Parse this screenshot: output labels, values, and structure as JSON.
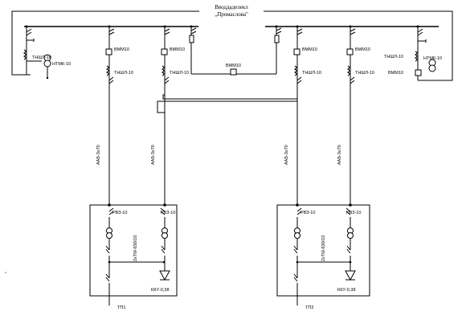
{
  "substation": {
    "title_line1": "Вводдаделекл",
    "title_line2": "„Промаслова\""
  },
  "labels": {
    "ct_left": "ТНШЛ-10",
    "vt_left": "НТМК-10",
    "breaker": "ВММ10",
    "ct": "ТНШЛ-10",
    "sectional_breaker": "ВММ10",
    "ct_right": "ТНШЛ-10",
    "vt_right": "НТМК-10",
    "breaker_right": "ВММ10"
  },
  "cables": {
    "c1": "ААБ-3х70",
    "c2": "ААБ-3х70",
    "c3": "ААБ-3х70",
    "c4": "ААБ-3х70"
  },
  "tp1": {
    "name": "ТП1",
    "disc_left": "РВЗ-10",
    "disc_right": "РВЗ-10",
    "transformer": "2хТМ-630/10",
    "capacitor": "ККУ-0,38"
  },
  "tp2": {
    "name": "ТП2",
    "disc_left": "РВЗ-10",
    "disc_right": "РВЗ-10",
    "transformer": "2хТМ-630/10",
    "capacitor": "ККУ-0,38"
  }
}
